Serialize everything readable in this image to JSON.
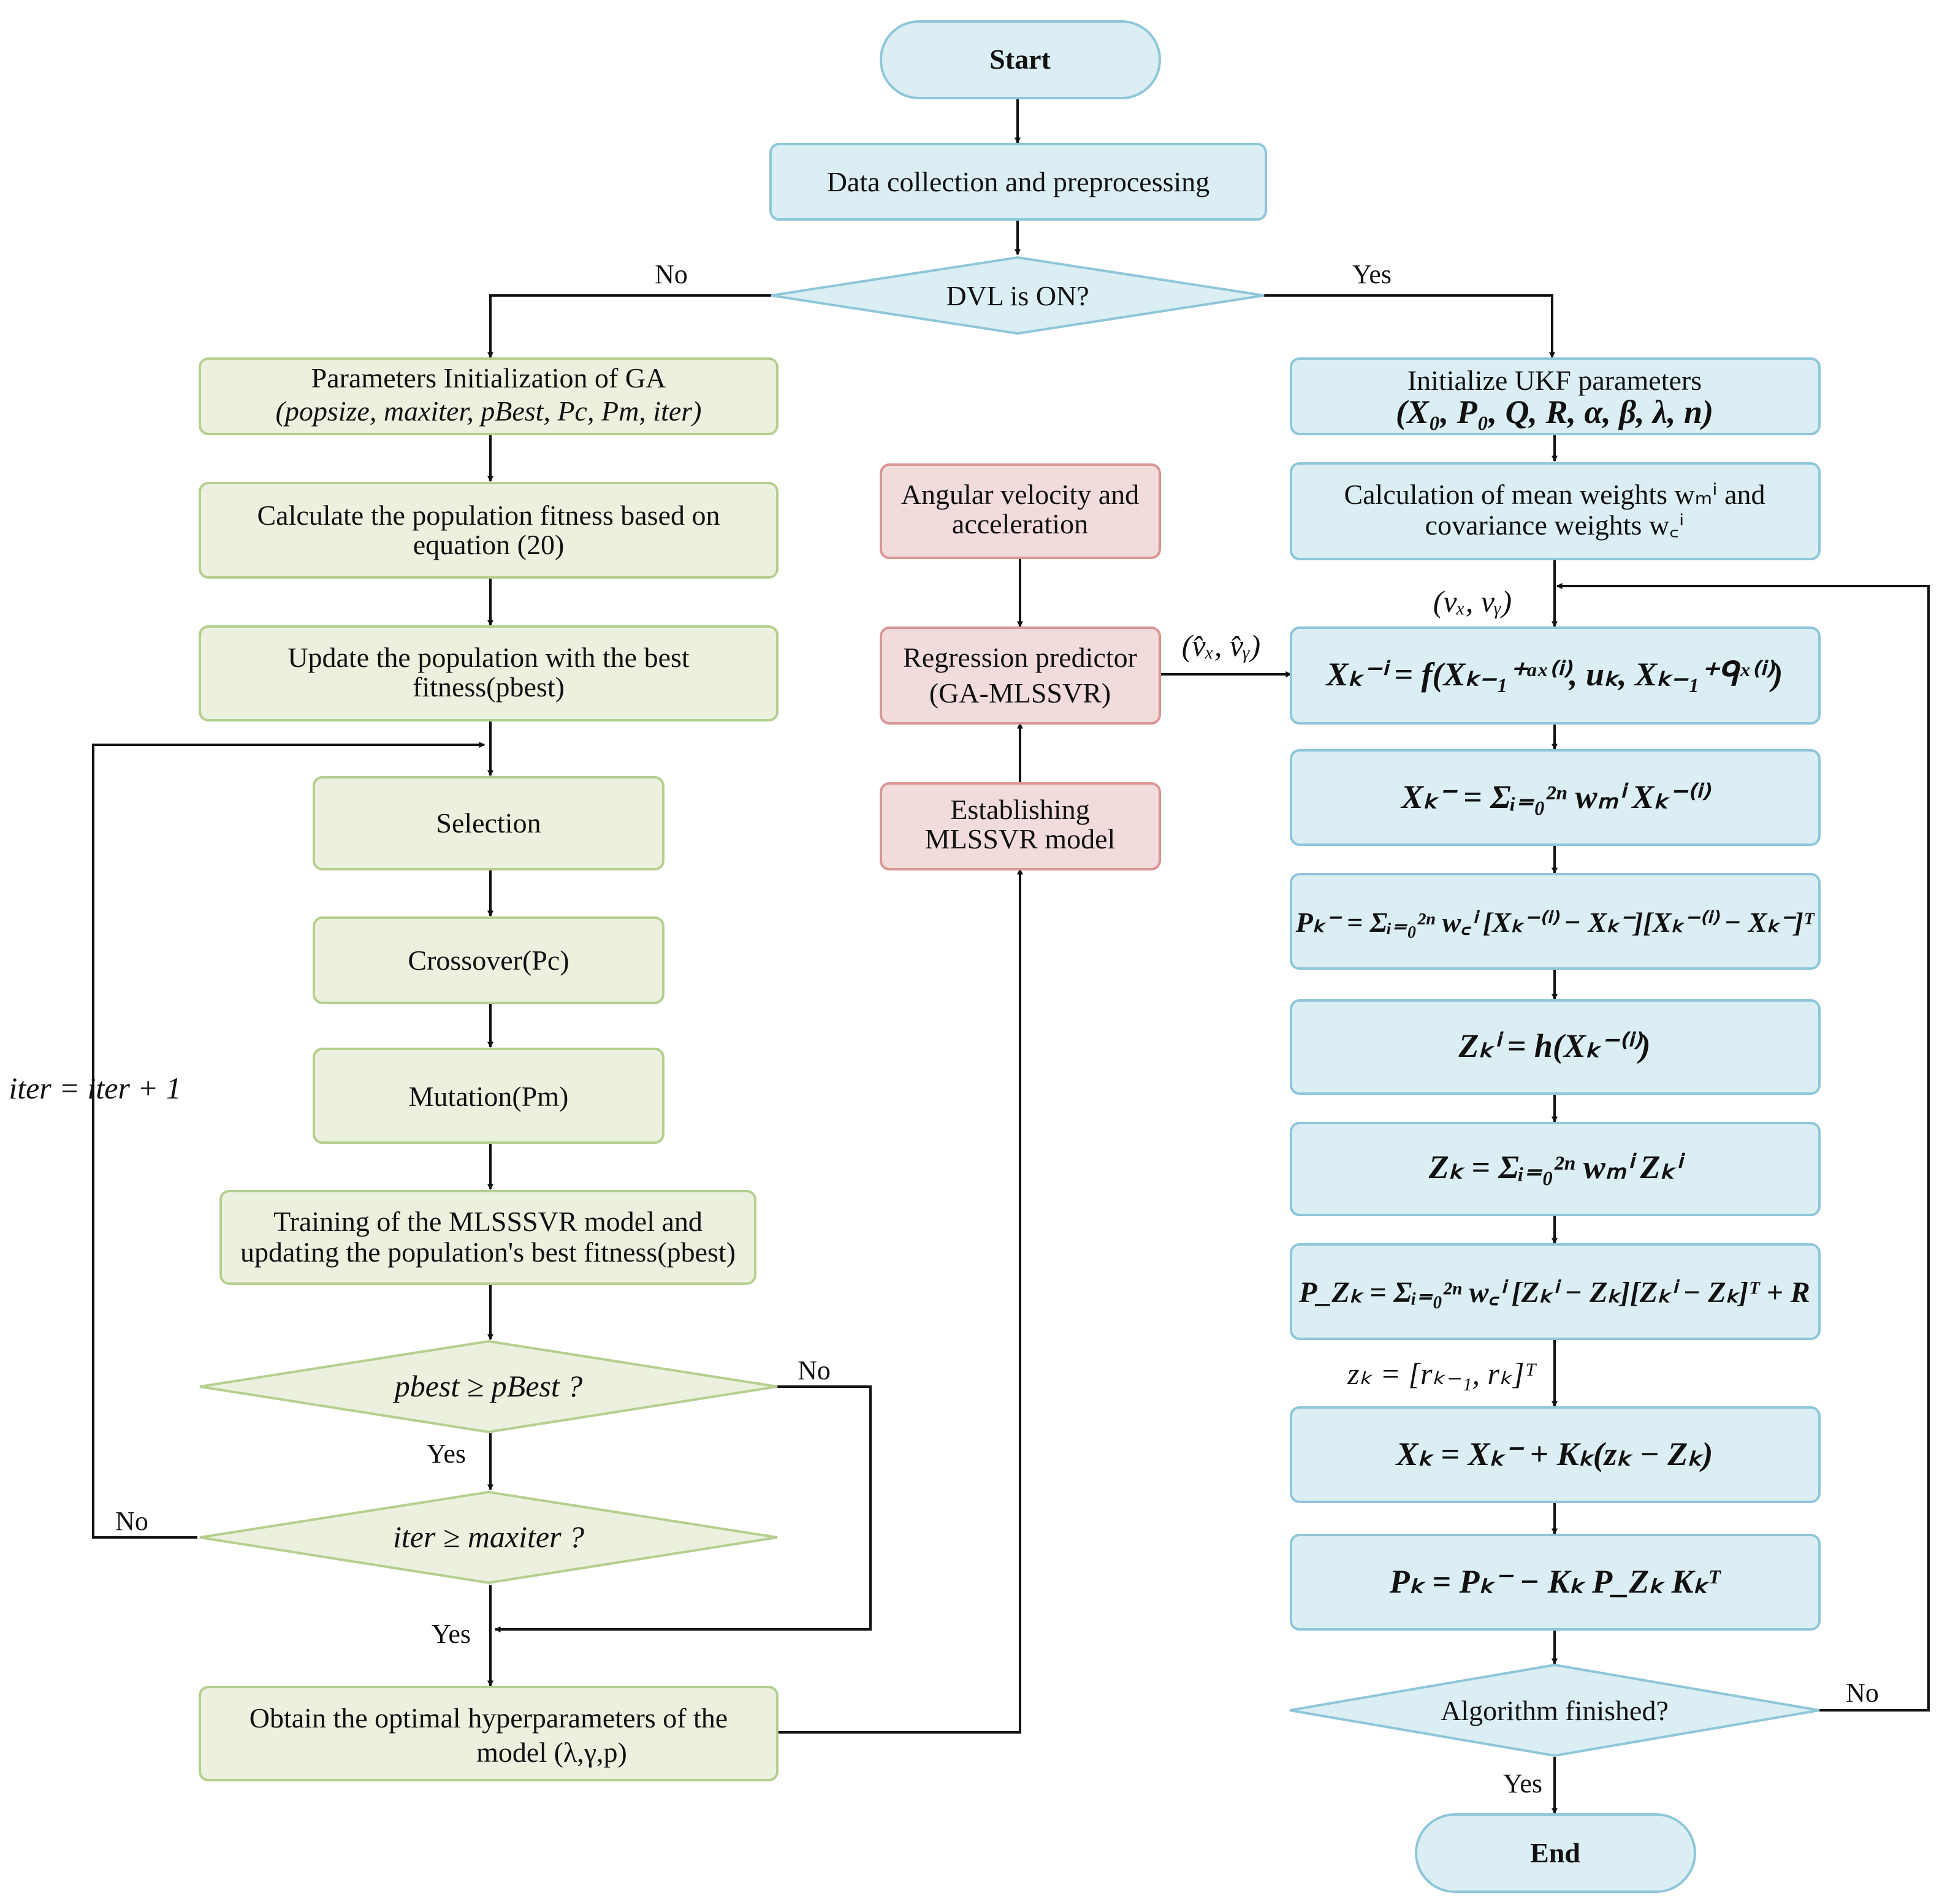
{
  "colors": {
    "blue_fill": "#dbeef4",
    "blue_stroke": "#8fc6d9",
    "green_fill": "#ebf1de",
    "green_stroke": "#b5cf8f",
    "red_fill": "#f2dcdb",
    "red_stroke": "#d99694",
    "line": "#111111"
  },
  "nodes": {
    "start": "Start",
    "data_collection": "Data collection and preprocessing",
    "dvl_on": "DVL is ON?",
    "ga_init": [
      "Parameters Initialization of GA",
      "(popsize, maxiter, pBest, Pc, Pm, iter)"
    ],
    "fitness": [
      "Calculate the population fitness based on",
      "equation (20)"
    ],
    "update_pop": [
      "Update the population with the best",
      "fitness(pbest)"
    ],
    "selection": "Selection",
    "crossover": "Crossover(Pc)",
    "mutation": "Mutation(Pm)",
    "training": [
      "Training of the MLSSSVR model and",
      "updating the population's best fitness(pbest)"
    ],
    "pbest_check": "pbest ≥ pBest ?",
    "iter_check": "iter ≥ maxiter ?",
    "optimal": [
      "Obtain the optimal hyperparameters of the",
      "model (λ,γ,p)"
    ],
    "angular": [
      "Angular velocity and",
      "acceleration"
    ],
    "regression": [
      "Regression predictor",
      "(GA-MLSSVR)"
    ],
    "establishing": [
      "Establishing",
      "MLSSVR model"
    ],
    "ukf_init": [
      "Initialize UKF parameters",
      "(X₀, P₀, Q, R, α, β, λ, n)"
    ],
    "weights": [
      "Calculation of mean weights wₘⁱ and",
      "covariance weights w꜀ⁱ"
    ],
    "eq_sigma_pred": "Xₖ⁻ⁱ = f(Xₖ₋₁⁺ᵃˣ⁽ⁱ⁾, uₖ, Xₖ₋₁⁺ᑫˣ⁽ⁱ⁾)",
    "eq_state_mean": "Xₖ⁻ = Σᵢ₌₀²ⁿ wₘⁱ Xₖ⁻⁽ⁱ⁾",
    "eq_state_cov": "Pₖ⁻ = Σᵢ₌₀²ⁿ w꜀ⁱ [Xₖ⁻⁽ⁱ⁾ − Xₖ⁻][Xₖ⁻⁽ⁱ⁾ − Xₖ⁻]ᵀ",
    "eq_meas_sigma": "Zₖⁱ = h(Xₖ⁻⁽ⁱ⁾)",
    "eq_meas_mean": "Zₖ = Σᵢ₌₀²ⁿ wₘⁱ Zₖⁱ",
    "eq_meas_cov": "P_Zₖ = Σᵢ₌₀²ⁿ w꜀ⁱ [Zₖⁱ − Zₖ][Zₖⁱ − Zₖ]ᵀ + R",
    "eq_update": "Xₖ = Xₖ⁻ + Kₖ(zₖ − Zₖ)",
    "eq_cov_update": "Pₖ = Pₖ⁻ − Kₖ P_Zₖ Kₖᵀ",
    "algo_finished": "Algorithm finished?",
    "end": "End"
  },
  "labels": {
    "no": "No",
    "yes": "Yes",
    "iter_increment": "iter = iter + 1",
    "v_meas": "(vₓ, vᵧ)",
    "v_pred": "(v̂ₓ, v̂ᵧ)",
    "z_meas": "zₖ = [rₖ₋₁, rₖ]ᵀ"
  }
}
